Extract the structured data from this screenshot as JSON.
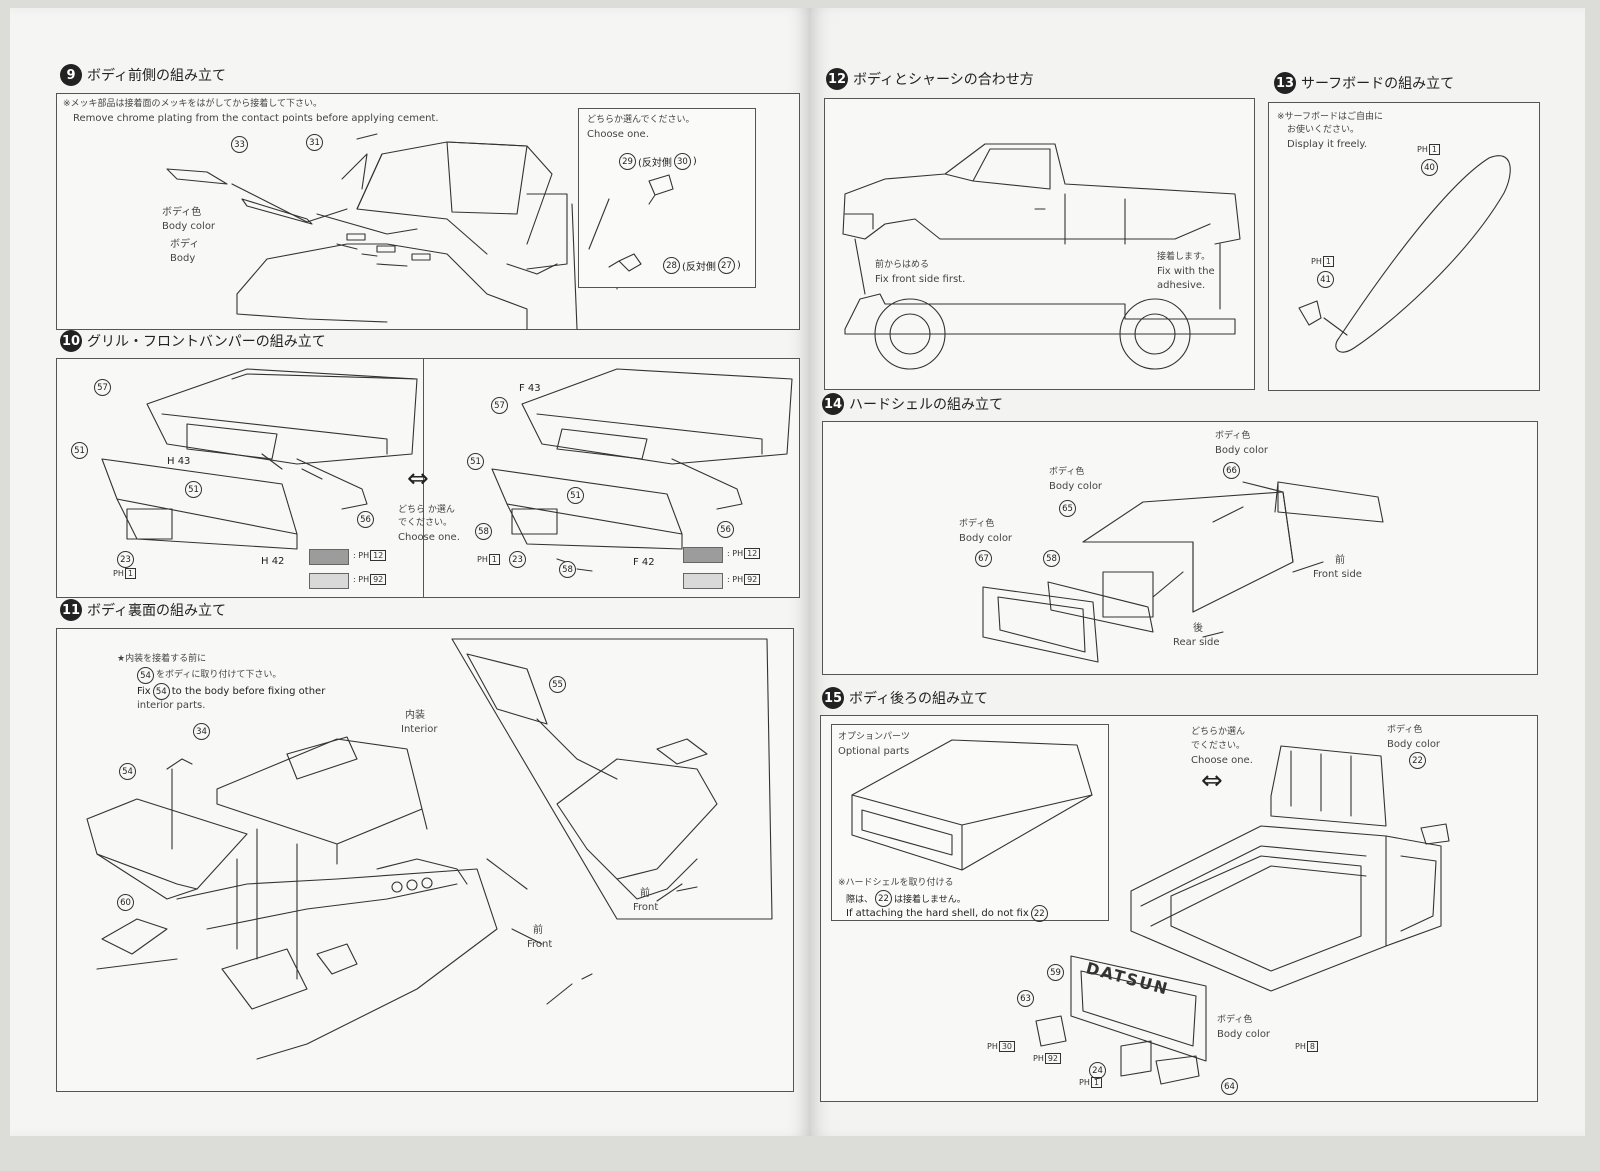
{
  "step9": {
    "num": "9",
    "title": "ボディ前側の組み立て",
    "note_jp": "※メッキ部品は接着面のメッキをはがしてから接着して下さい。",
    "note_en": "Remove chrome plating from the contact points before applying cement.",
    "choose_jp": "どちらか選んでください。",
    "choose_en": "Choose one.",
    "body_color_jp": "ボディ色",
    "body_color_en": "Body color",
    "body_jp": "ボディ",
    "body_en": "Body",
    "part_33": "33",
    "part_31": "31",
    "part_29": "29",
    "opposite_29": "(反対側",
    "part_30": "30",
    "part_28": "28",
    "opposite_28": "(反対側",
    "part_27": "27",
    "close_paren": ")"
  },
  "step10": {
    "num": "10",
    "title": "グリル・フロントバンパーの組み立て",
    "choose_jp": "どちら か選ん",
    "choose_jp2": "でください。",
    "choose_en": "Choose one.",
    "parts_left": {
      "p57": "57",
      "p51a": "51",
      "h43": "H 43",
      "p51b": "51",
      "p56": "56",
      "p23": "23",
      "h42": "H 42"
    },
    "parts_right": {
      "f43": "F 43",
      "p57": "57",
      "p51a": "51",
      "p51b": "51",
      "p58a": "58",
      "p23": "23",
      "p58b": "58",
      "p56": "56",
      "f42": "F 42"
    },
    "ph1": "1",
    "ph12": "12",
    "ph92": "92",
    "ph_prefix": "PH"
  },
  "step11": {
    "num": "11",
    "title": "ボディ裏面の組み立て",
    "note_jp": "★内装を接着する前に",
    "note_jp2": "をボディに取り付けて下さい。",
    "note_en": "to the body before fixing other",
    "note_en2": "interior parts.",
    "note_fix": "Fix",
    "part_54_note": "54",
    "interior_jp": "内装",
    "interior_en": "Interior",
    "front_jp": "前",
    "front_en": "Front",
    "part_34": "34",
    "part_54": "54",
    "part_60": "60",
    "part_55": "55"
  },
  "step12": {
    "num": "12",
    "title": "ボディとシャーシの合わせ方",
    "front_jp": "前からはめる",
    "front_en": "Fix front side first.",
    "adhesive_jp": "接着します。",
    "adhesive_en1": "Fix with the",
    "adhesive_en2": "adhesive."
  },
  "step13": {
    "num": "13",
    "title": "サーフボードの組み立て",
    "note_jp1": "※サーフボードはご自由に",
    "note_jp2": "お使いください。",
    "note_en": "Display it freely.",
    "part_40": "40",
    "part_41": "41"
  },
  "step14": {
    "num": "14",
    "title": "ハードシェルの組み立て",
    "body_color_jp": "ボディ色",
    "body_color_en": "Body color",
    "part_66": "66",
    "part_65": "65",
    "part_67": "67",
    "part_58": "58",
    "front_jp": "前",
    "front_en": "Front side",
    "rear_jp": "後",
    "rear_en": "Rear side"
  },
  "step15": {
    "num": "15",
    "title": "ボディ後ろの組み立て",
    "option_jp": "オプションパーツ",
    "option_en": "Optional parts",
    "shell_jp1": "※ハードシェルを取り付ける",
    "shell_jp2": "際は、",
    "shell_jp3": "は接着しません。",
    "shell_en": "If attaching the hard shell, do not fix",
    "part_22": "22",
    "choose_jp1": "どちらか選ん",
    "choose_jp2": "でください。",
    "choose_en": "Choose one.",
    "body_color_jp": "ボディ色",
    "body_color_en": "Body color",
    "tailgate_text": "DATSUN",
    "part_59": "59",
    "part_63": "63",
    "part_24": "24",
    "part_64": "64",
    "ph30": "30",
    "ph92": "92",
    "ph1": "1",
    "ph8": "8"
  },
  "colors": {
    "paper": "#f5f5f3",
    "ink": "#222222",
    "swatch_dark": "#9c9c9c",
    "swatch_light": "#d9d9d9"
  }
}
